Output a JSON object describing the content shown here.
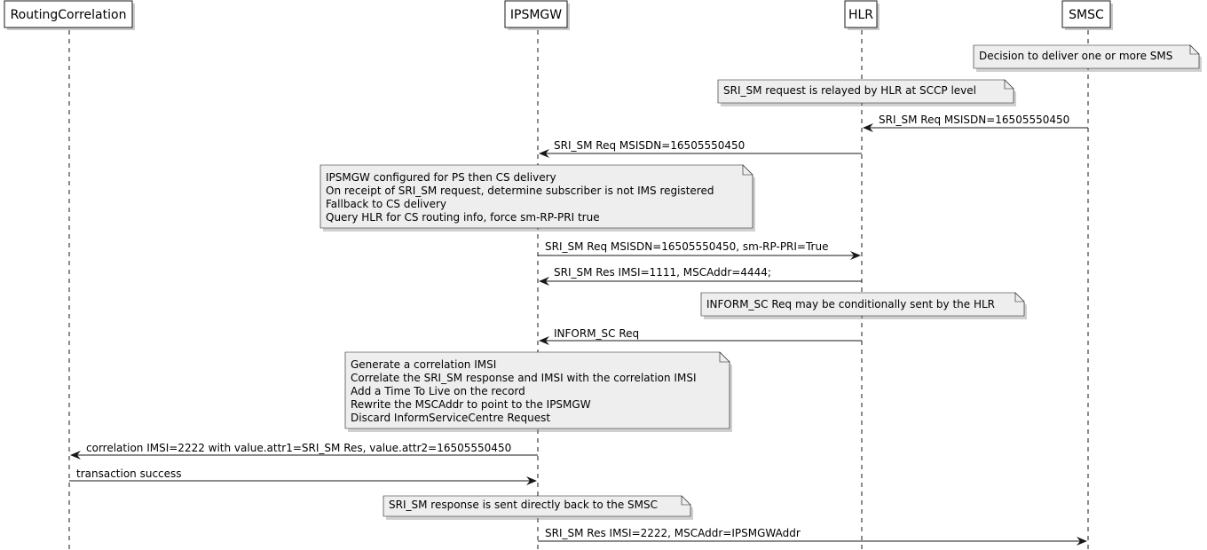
{
  "participants": [
    {
      "id": "routing",
      "name": "RoutingCorrelation"
    },
    {
      "id": "ipsmgw",
      "name": "IPSMGW"
    },
    {
      "id": "hlr",
      "name": "HLR"
    },
    {
      "id": "smsc",
      "name": "SMSC"
    }
  ],
  "notes": [
    {
      "id": "note-decision",
      "lines": [
        "Decision to deliver one or more SMS"
      ]
    },
    {
      "id": "note-relay",
      "lines": [
        "SRI_SM request is relayed by HLR at SCCP level"
      ]
    },
    {
      "id": "note-ipsmgw-config",
      "lines": [
        "IPSMGW configured for PS then CS delivery",
        "On receipt of SRI_SM request, determine subscriber is not IMS registered",
        "Fallback to CS delivery",
        "Query HLR for CS routing info, force sm-RP-PRI true"
      ]
    },
    {
      "id": "note-inform",
      "lines": [
        "INFORM_SC Req may be conditionally sent by the HLR"
      ]
    },
    {
      "id": "note-correlation",
      "lines": [
        "Generate a correlation IMSI",
        "Correlate the SRI_SM response and IMSI with the correlation IMSI",
        "Add a Time To Live on the record",
        "Rewrite the MSCAddr to point to the IPSMGW",
        "Discard InformServiceCentre Request"
      ]
    },
    {
      "id": "note-response",
      "lines": [
        "SRI_SM response is sent directly back to the SMSC"
      ]
    }
  ],
  "messages": [
    {
      "id": "msg-1",
      "from": "smsc",
      "to": "hlr",
      "label": "SRI_SM Req MSISDN=16505550450"
    },
    {
      "id": "msg-2",
      "from": "hlr",
      "to": "ipsmgw",
      "label": "SRI_SM Req MSISDN=16505550450"
    },
    {
      "id": "msg-3",
      "from": "ipsmgw",
      "to": "hlr",
      "label": "SRI_SM Req MSISDN=16505550450, sm-RP-PRI=True"
    },
    {
      "id": "msg-4",
      "from": "hlr",
      "to": "ipsmgw",
      "label": "SRI_SM Res IMSI=1111, MSCAddr=4444;"
    },
    {
      "id": "msg-5",
      "from": "hlr",
      "to": "ipsmgw",
      "label": "INFORM_SC Req"
    },
    {
      "id": "msg-6",
      "from": "ipsmgw",
      "to": "routing",
      "label": "correlation IMSI=2222 with value.attr1=SRI_SM Res, value.attr2=16505550450"
    },
    {
      "id": "msg-7",
      "from": "routing",
      "to": "ipsmgw",
      "label": "transaction success"
    },
    {
      "id": "msg-8",
      "from": "ipsmgw",
      "to": "smsc",
      "label": "SRI_SM Res IMSI=2222, MSCAddr=IPSMGWAddr"
    }
  ]
}
